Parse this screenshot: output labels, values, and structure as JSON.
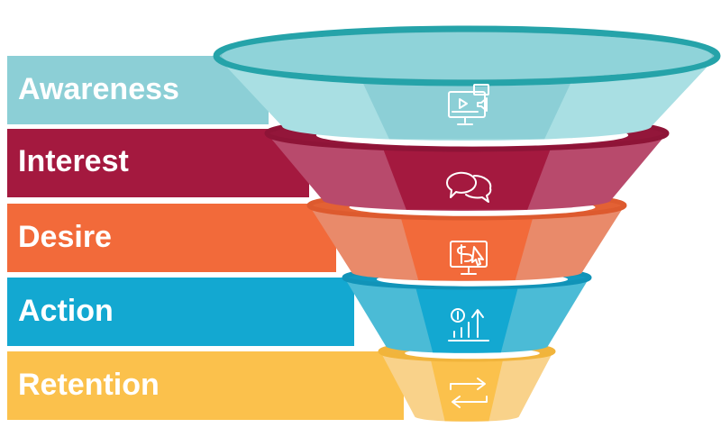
{
  "diagram": {
    "stages": [
      {
        "label": "Awareness",
        "icon": "monitor-video-icon",
        "color": "#8ccfd6",
        "light": "#a9dfe3",
        "dark": "#7cc3c9",
        "rim": "#25a3a9"
      },
      {
        "label": "Interest",
        "icon": "chat-bubbles-icon",
        "color": "#a4193f",
        "light": "#b84a6c",
        "dark": "#93163a",
        "rim": "#8e1437"
      },
      {
        "label": "Desire",
        "icon": "monitor-dollar-cursor-icon",
        "color": "#f26a3a",
        "light": "#e98a6a",
        "dark": "#e36134",
        "rim": "#dd5a2e"
      },
      {
        "label": "Action",
        "icon": "growth-chart-dollar-icon",
        "color": "#13a8d1",
        "light": "#4bbbd6",
        "dark": "#1299bf",
        "rim": "#1193b8"
      },
      {
        "label": "Retention",
        "icon": "repeat-arrows-icon",
        "color": "#fbc14c",
        "light": "#f9d28a",
        "dark": "#f0b43f",
        "rim": "#f1b43b"
      }
    ]
  }
}
